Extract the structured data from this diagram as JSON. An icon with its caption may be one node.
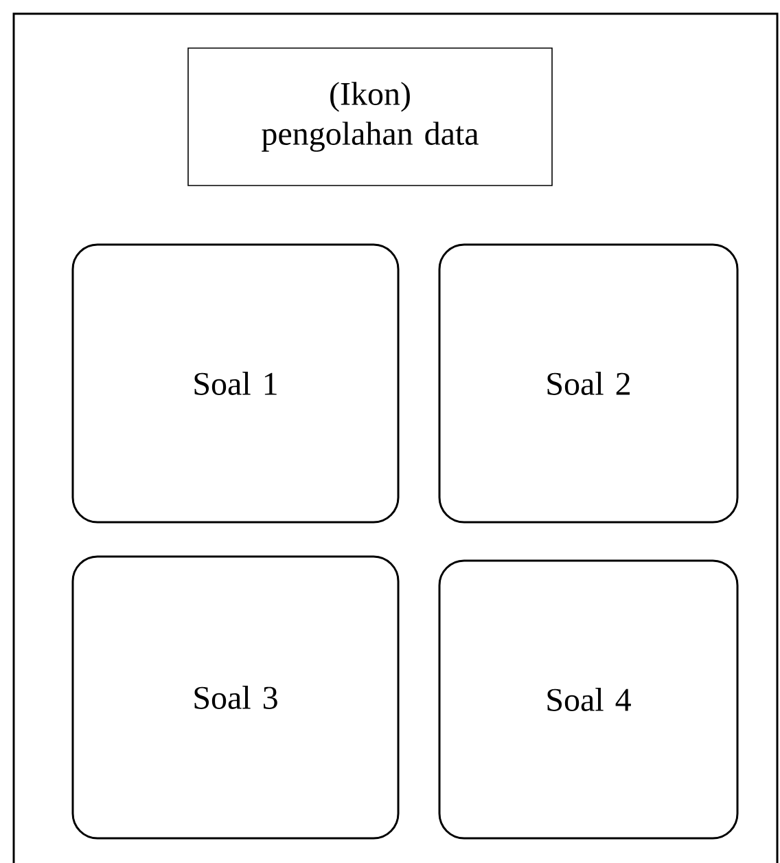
{
  "diagram": {
    "nodes": [
      {
        "text": [
          "(Ikon) pengolahan data"
        ]
      },
      {
        "text": [
          "Soal 1"
        ]
      },
      {
        "text": [
          "Soal 2"
        ]
      },
      {
        "text": [
          "Soal 3"
        ]
      },
      {
        "text": [
          "Soal 4"
        ]
      }
    ]
  }
}
